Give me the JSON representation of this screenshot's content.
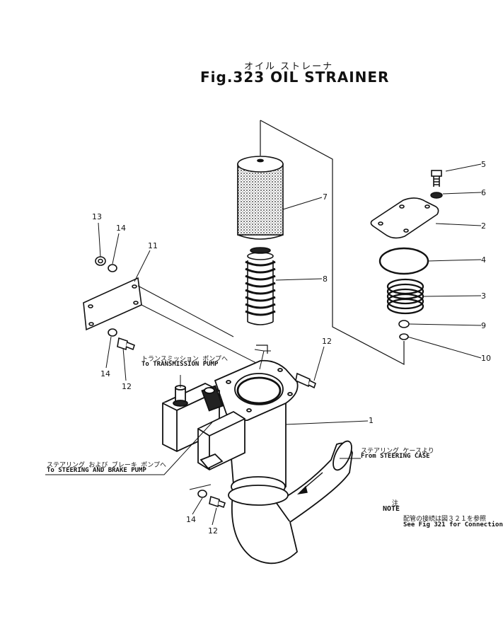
{
  "title": {
    "japanese": "オイル ストレーナ",
    "main": "Fig.323 OIL STRAINER"
  },
  "callouts": {
    "transmission_jp": "トランスミッション ポンプへ",
    "transmission_en": "To TRANSMISSION PUMP",
    "steering_brake_jp": "ステアリング および ブレーキ ポンプへ",
    "steering_brake_en": "To STEERING AND BRAKE PUMP",
    "steering_case_jp": "ステアリング ケースより",
    "steering_case_en": "From STEERING CASE"
  },
  "note": {
    "jp_mark": "注",
    "label": "NOTE",
    "jp_text": "配管の接続は図３２１を参照",
    "en_text": "See Fig 321 for Connection"
  },
  "part_numbers": {
    "p1": "1",
    "p2": "2",
    "p3": "3",
    "p4": "4",
    "p5": "5",
    "p6": "6",
    "p7": "7",
    "p8": "8",
    "p9": "9",
    "p10": "10",
    "p11": "11",
    "p12a": "12",
    "p12b": "12",
    "p12c": "12",
    "p13": "13",
    "p14a": "14",
    "p14b": "14",
    "p14c": "14"
  }
}
